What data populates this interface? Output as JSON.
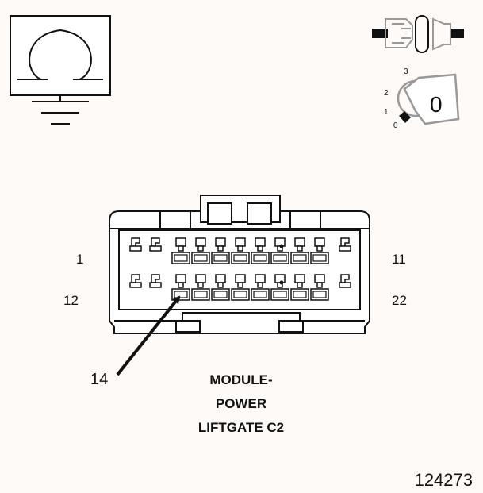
{
  "connector": {
    "pin_labels": {
      "top_left": "1",
      "top_right": "11",
      "bottom_left": "12",
      "bottom_right": "22",
      "callout": "14"
    },
    "title_lines": [
      "MODULE-",
      "POWER",
      "LIFTGATE C2"
    ]
  },
  "key_switch": {
    "positions": [
      "3",
      "2",
      "1",
      "0"
    ],
    "key_glyph": "0"
  },
  "figure_id": "124273",
  "icons": {
    "ohmmeter": "ohm-meter-ground-icon",
    "disconnect": "connector-disconnect-icon",
    "ignition": "ignition-key-icon"
  }
}
